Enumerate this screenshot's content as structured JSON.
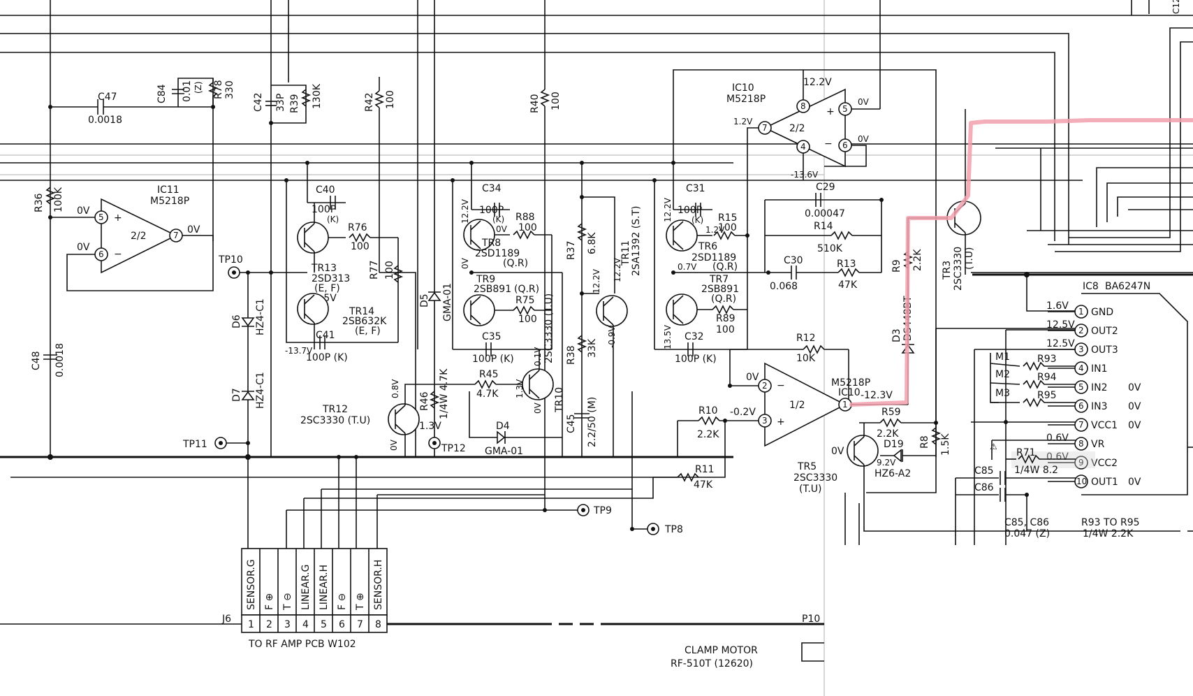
{
  "ic11": {
    "name": "IC11",
    "part": "M5218P",
    "unit": "2/2",
    "pin_plus": "5",
    "pin_minus": "6",
    "pin_out": "7",
    "v_plus": "0V",
    "v_minus": "0V",
    "v_out": "0V"
  },
  "ic10a": {
    "name": "IC10",
    "part": "M5218P",
    "unit": "2/2",
    "pin_out": "7",
    "pin_8": "8",
    "pin_4": "4",
    "pin_plus": "5",
    "pin_minus": "6",
    "v_out": "1.2V",
    "v_top": "12.2V",
    "v_5": "0V",
    "v_6": "0V",
    "v_bot": "-13.6V"
  },
  "ic10b": {
    "name": "IC10",
    "part": "M5218P",
    "unit": "1/2",
    "pin_minus": "2",
    "pin_plus": "3",
    "pin_out": "1",
    "v_minus": "0V",
    "v_plus": "-0.2V",
    "v_out": "-12.3V"
  },
  "ic8": {
    "name": "IC8",
    "part": "BA6247N",
    "pins": [
      {
        "num": "1",
        "name": "GND",
        "v_left": "1.6V",
        "v_right": ""
      },
      {
        "num": "2",
        "name": "OUT2",
        "v_left": "12.5V",
        "v_right": ""
      },
      {
        "num": "3",
        "name": "OUT3",
        "v_left": "12.5V",
        "v_right": ""
      },
      {
        "num": "4",
        "name": "IN1",
        "v_left": "",
        "v_right": ""
      },
      {
        "num": "5",
        "name": "IN2",
        "v_left": "",
        "v_right": "0V"
      },
      {
        "num": "6",
        "name": "IN3",
        "v_left": "",
        "v_right": "0V"
      },
      {
        "num": "7",
        "name": "VCC1",
        "v_left": "",
        "v_right": "0V"
      },
      {
        "num": "8",
        "name": "VR",
        "v_left": "0.6V",
        "v_right": ""
      },
      {
        "num": "9",
        "name": "VCC2",
        "v_left": "0.6V",
        "v_right": ""
      },
      {
        "num": "10",
        "name": "OUT1",
        "v_left": "",
        "v_right": "0V"
      }
    ]
  },
  "transistors": {
    "tr13": {
      "name": "TR13",
      "part": "2SD313",
      "grade": "(E, F)",
      "v": "0.5V"
    },
    "tr14": {
      "name": "TR14",
      "part": "2SB632K",
      "grade": "(E, F)",
      "v": "-13.7V"
    },
    "tr8": {
      "name": "TR8",
      "part": "2SD1189",
      "grade": "(Q.R)",
      "v_c": "12.2V",
      "v_e": "0V",
      "v_b": "0V"
    },
    "tr9": {
      "name": "TR9",
      "part": "2SB891",
      "grade": "(Q.R)"
    },
    "tr10": {
      "name": "TR10",
      "part": "2SC3330 (T.U)",
      "v_c": "0.1V",
      "v_b": "1.3V",
      "v_e": "0V"
    },
    "tr11": {
      "name": "TR11",
      "part": "2SA1392 (S.T)",
      "v_e": "12.2V",
      "v_b": "12.2V",
      "v_c": "-0.9V"
    },
    "tr12": {
      "name": "TR12",
      "part": "2SC3330 (T.U)",
      "v_c": "0.8V",
      "v_b": "1.3V",
      "v_e": "0V"
    },
    "tr6": {
      "name": "TR6",
      "part": "2SD1189",
      "grade": "(Q.R)",
      "v_c": "12.2V",
      "v_b": "1.2V",
      "v_e": "0.7V"
    },
    "tr7": {
      "name": "TR7",
      "part": "2SB891",
      "grade": "(Q.R)",
      "v_c": "13.5V"
    },
    "tr5": {
      "name": "TR5",
      "part": "2SC3330",
      "grade": "(T.U)",
      "v_b": "0V",
      "v_e": "9.2V"
    },
    "tr3": {
      "name": "TR3",
      "part": "2SC3330",
      "grade": "(T.U)"
    }
  },
  "components": {
    "c47": {
      "ref": "C47",
      "val": "0.0018"
    },
    "c84": {
      "ref": "C84",
      "val": "0.01",
      "note": "(Z)"
    },
    "r78": {
      "ref": "R78",
      "val": "330"
    },
    "c42": {
      "ref": "C42",
      "val": "33P"
    },
    "r39": {
      "ref": "R39",
      "val": "130K"
    },
    "r42": {
      "ref": "R42",
      "val": "100"
    },
    "r40": {
      "ref": "R40",
      "val": "100"
    },
    "r36": {
      "ref": "R36",
      "val": "100K"
    },
    "c48": {
      "ref": "C48",
      "val": "0.0018"
    },
    "c40": {
      "ref": "C40",
      "val": "100P",
      "note": "(K)"
    },
    "r76": {
      "ref": "R76",
      "val": "100"
    },
    "r77": {
      "ref": "R77",
      "val": "100"
    },
    "c41": {
      "ref": "C41",
      "val": "100P (K)"
    },
    "d6": {
      "ref": "D6",
      "val": "HZ4-C1"
    },
    "d7": {
      "ref": "D7",
      "val": "HZ4-C1"
    },
    "c34": {
      "ref": "C34",
      "val": "100P",
      "note": "(K)"
    },
    "r88": {
      "ref": "R88",
      "val": "100"
    },
    "r75": {
      "ref": "R75",
      "val": "100"
    },
    "c35": {
      "ref": "C35",
      "val": "100P (K)"
    },
    "d5": {
      "ref": "D5",
      "val": "GMA-01"
    },
    "r37": {
      "ref": "R37",
      "val": "6.8K"
    },
    "r38": {
      "ref": "R38",
      "val": "33K"
    },
    "c45": {
      "ref": "C45",
      "val": "2.2/50 (M)"
    },
    "r45": {
      "ref": "R45",
      "val": "4.7K"
    },
    "r46": {
      "ref": "R46",
      "val": "1/4W 4.7K"
    },
    "d4": {
      "ref": "D4",
      "val": "GMA-01"
    },
    "c31": {
      "ref": "C31",
      "val": "100P",
      "note": "(K)"
    },
    "r15": {
      "ref": "R15",
      "val": "100"
    },
    "r89": {
      "ref": "R89",
      "val": "100"
    },
    "c32": {
      "ref": "C32",
      "val": "100P (K)"
    },
    "c29": {
      "ref": "C29",
      "val": "0.00047"
    },
    "r14": {
      "ref": "R14",
      "val": "510K"
    },
    "c30": {
      "ref": "C30",
      "val": "0.068"
    },
    "r13": {
      "ref": "R13",
      "val": "47K"
    },
    "r12": {
      "ref": "R12",
      "val": "10K"
    },
    "r10": {
      "ref": "R10",
      "val": "2.2K"
    },
    "r11": {
      "ref": "R11",
      "val": "47K"
    },
    "r59": {
      "ref": "R59",
      "val": "2.2K"
    },
    "d19": {
      "ref": "D19",
      "val": "HZ6-A2"
    },
    "r9": {
      "ref": "R9",
      "val": "2.2K"
    },
    "d3": {
      "ref": "D3",
      "val": "DS448BT"
    },
    "r8": {
      "ref": "R8",
      "val": "1.5K"
    },
    "r93": {
      "ref": "R93",
      "m": "M1"
    },
    "r94": {
      "ref": "R94",
      "m": "M2"
    },
    "r95": {
      "ref": "R95",
      "m": "M3"
    },
    "r71": {
      "ref": "R71",
      "val": "1/4W 8.2"
    },
    "c85": {
      "ref": "C85"
    },
    "c86": {
      "ref": "C86"
    }
  },
  "testpoints": {
    "tp10": "TP10",
    "tp11": "TP11",
    "tp12": "TP12",
    "tp9": "TP9",
    "tp8": "TP8"
  },
  "connector": {
    "ref": "J6",
    "right_ref": "P10",
    "pins": [
      {
        "num": "1",
        "label": "SENSOR.G"
      },
      {
        "num": "2",
        "label": "F ⊕"
      },
      {
        "num": "3",
        "label": "T ⊖"
      },
      {
        "num": "4",
        "label": "LINEAR.G"
      },
      {
        "num": "5",
        "label": "LINEAR.H"
      },
      {
        "num": "6",
        "label": "F ⊖"
      },
      {
        "num": "7",
        "label": "T ⊕"
      },
      {
        "num": "8",
        "label": "SENSOR.H"
      }
    ],
    "caption": "TO RF AMP PCB W102"
  },
  "notes": {
    "c85_c86_label": "C85, C86",
    "c85_c86_val": "0.047 (Z)",
    "r93_r95_label": "R93 TO R95",
    "r93_r95_val": "1/4W 2.2K",
    "clamp_title": "CLAMP MOTOR",
    "clamp_part": "RF-510T (12620)",
    "corner_ref": "C12"
  }
}
